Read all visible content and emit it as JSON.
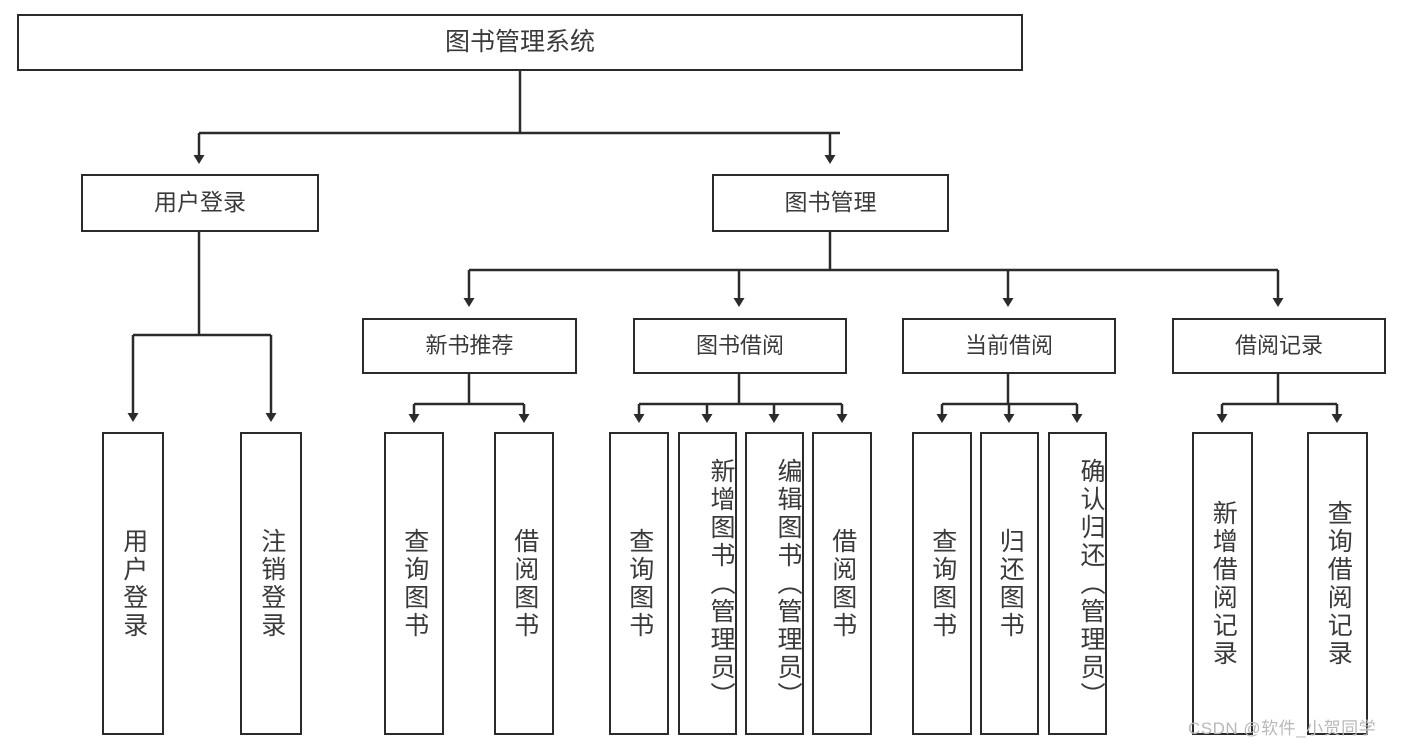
{
  "diagram": {
    "type": "tree-hierarchy",
    "title": "图书管理系统",
    "root": {
      "id": "root",
      "label": "图书管理系统"
    },
    "level2": [
      {
        "id": "user-login",
        "label": "用户登录"
      },
      {
        "id": "book-management",
        "label": "图书管理"
      }
    ],
    "level3": [
      {
        "id": "new-book-recommend",
        "label": "新书推荐",
        "parent": "book-management"
      },
      {
        "id": "book-borrow",
        "label": "图书借阅",
        "parent": "book-management"
      },
      {
        "id": "current-borrow",
        "label": "当前借阅",
        "parent": "book-management"
      },
      {
        "id": "borrow-record",
        "label": "借阅记录",
        "parent": "book-management"
      }
    ],
    "leaves": [
      {
        "id": "leaf-user-login",
        "label": "用户登录",
        "parent": "user-login"
      },
      {
        "id": "leaf-logout-login",
        "label": "注销登录",
        "parent": "user-login"
      },
      {
        "id": "leaf-query-book-1",
        "label": "查询图书",
        "parent": "new-book-recommend"
      },
      {
        "id": "leaf-borrow-book-1",
        "label": "借阅图书",
        "parent": "new-book-recommend"
      },
      {
        "id": "leaf-query-book-2",
        "label": "查询图书",
        "parent": "book-borrow"
      },
      {
        "id": "leaf-add-book",
        "label": "新增图书（管理员）",
        "parent": "book-borrow"
      },
      {
        "id": "leaf-edit-book",
        "label": "编辑图书（管理员）",
        "parent": "book-borrow"
      },
      {
        "id": "leaf-borrow-book-2",
        "label": "借阅图书",
        "parent": "book-borrow"
      },
      {
        "id": "leaf-query-book-3",
        "label": "查询图书",
        "parent": "current-borrow"
      },
      {
        "id": "leaf-return-book",
        "label": "归还图书",
        "parent": "current-borrow"
      },
      {
        "id": "leaf-confirm-return",
        "label": "确认归还（管理员）",
        "parent": "current-borrow"
      },
      {
        "id": "leaf-add-record",
        "label": "新增借阅记录",
        "parent": "borrow-record"
      },
      {
        "id": "leaf-query-record",
        "label": "查询借阅记录",
        "parent": "borrow-record"
      }
    ],
    "colors": {
      "border": "#2b2b2b",
      "text": "#3a3a3a",
      "background": "#ffffff",
      "connector": "#2b2b2b",
      "watermark": "#b9b9b9"
    }
  },
  "watermark": {
    "text": "CSDN @软件_小贺同学"
  }
}
